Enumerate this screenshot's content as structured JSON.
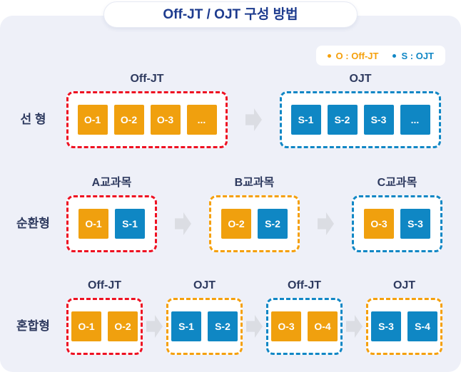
{
  "title": "Off-JT / OJT 구성 방법",
  "legend": {
    "items": [
      {
        "name": "offjt",
        "kind": "offjt",
        "label": "O : Off-JT",
        "color": "#F5A00C"
      },
      {
        "name": "ojt",
        "kind": "ojt",
        "label": "S : OJT",
        "color": "#1187C5"
      }
    ]
  },
  "colors": {
    "panel_bg": "#EEF0F8",
    "offjt_orange": "#F0A00E",
    "ojt_blue": "#0F87C4",
    "border_red": "#EE1122",
    "border_orange": "#F5A00C",
    "border_blue": "#1187C5",
    "title_navy": "#1D3B8E",
    "text_navy": "#2E3A5F",
    "arrow_gray": "#DBDDE3"
  },
  "rows": [
    {
      "label": "선 형",
      "groups": [
        {
          "header": "Off-JT",
          "border": "red",
          "cells": [
            {
              "text": "O-1",
              "kind": "offjt"
            },
            {
              "text": "O-2",
              "kind": "offjt"
            },
            {
              "text": "O-3",
              "kind": "offjt"
            },
            {
              "text": "...",
              "kind": "offjt"
            }
          ]
        },
        {
          "header": "OJT",
          "border": "blue",
          "cells": [
            {
              "text": "S-1",
              "kind": "ojt"
            },
            {
              "text": "S-2",
              "kind": "ojt"
            },
            {
              "text": "S-3",
              "kind": "ojt"
            },
            {
              "text": "...",
              "kind": "ojt"
            }
          ]
        }
      ]
    },
    {
      "label": "순환형",
      "groups": [
        {
          "header": "A교과목",
          "border": "red",
          "cells": [
            {
              "text": "O-1",
              "kind": "offjt"
            },
            {
              "text": "S-1",
              "kind": "ojt"
            }
          ]
        },
        {
          "header": "B교과목",
          "border": "orange",
          "cells": [
            {
              "text": "O-2",
              "kind": "offjt"
            },
            {
              "text": "S-2",
              "kind": "ojt"
            }
          ]
        },
        {
          "header": "C교과목",
          "border": "blue",
          "cells": [
            {
              "text": "O-3",
              "kind": "offjt"
            },
            {
              "text": "S-3",
              "kind": "ojt"
            }
          ]
        }
      ]
    },
    {
      "label": "혼합형",
      "groups": [
        {
          "header": "Off-JT",
          "border": "red",
          "cells": [
            {
              "text": "O-1",
              "kind": "offjt"
            },
            {
              "text": "O-2",
              "kind": "offjt"
            }
          ]
        },
        {
          "header": "OJT",
          "border": "orange",
          "cells": [
            {
              "text": "S-1",
              "kind": "ojt"
            },
            {
              "text": "S-2",
              "kind": "ojt"
            }
          ]
        },
        {
          "header": "Off-JT",
          "border": "blue",
          "cells": [
            {
              "text": "O-3",
              "kind": "offjt"
            },
            {
              "text": "O-4",
              "kind": "offjt"
            }
          ]
        },
        {
          "header": "OJT",
          "border": "orange",
          "cells": [
            {
              "text": "S-3",
              "kind": "ojt"
            },
            {
              "text": "S-4",
              "kind": "ojt"
            }
          ]
        }
      ]
    }
  ]
}
